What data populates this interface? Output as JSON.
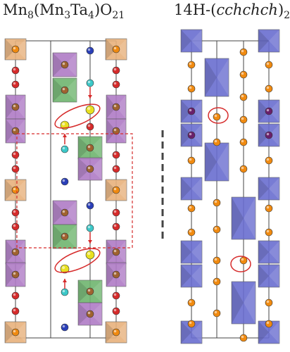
{
  "left_panel": {
    "title_parts": [
      "Mn",
      "8",
      "(Mn",
      "3",
      "Ta",
      "4",
      ")O",
      "21"
    ]
  },
  "right_panel": {
    "title_parts": [
      "14H-(",
      "cchchch",
      ")",
      "2"
    ]
  },
  "colors": {
    "mn_octahedron": "#b07cc6",
    "ta_octahedron_green": "#6fb56f",
    "corner_tile": "#e8b27d",
    "blue_octahedron": "#6a6ed0",
    "mn_atom": "#a0622f",
    "red_atom": "#d62b2b",
    "blue_atom": "#2a3fb8",
    "yellow_atom": "#e8e020",
    "cyan_atom": "#3cc8c8",
    "orange_atom": "#f08a10",
    "highlight_ellipse": "#d62b2b",
    "dashed_box": "#d62b2b"
  }
}
